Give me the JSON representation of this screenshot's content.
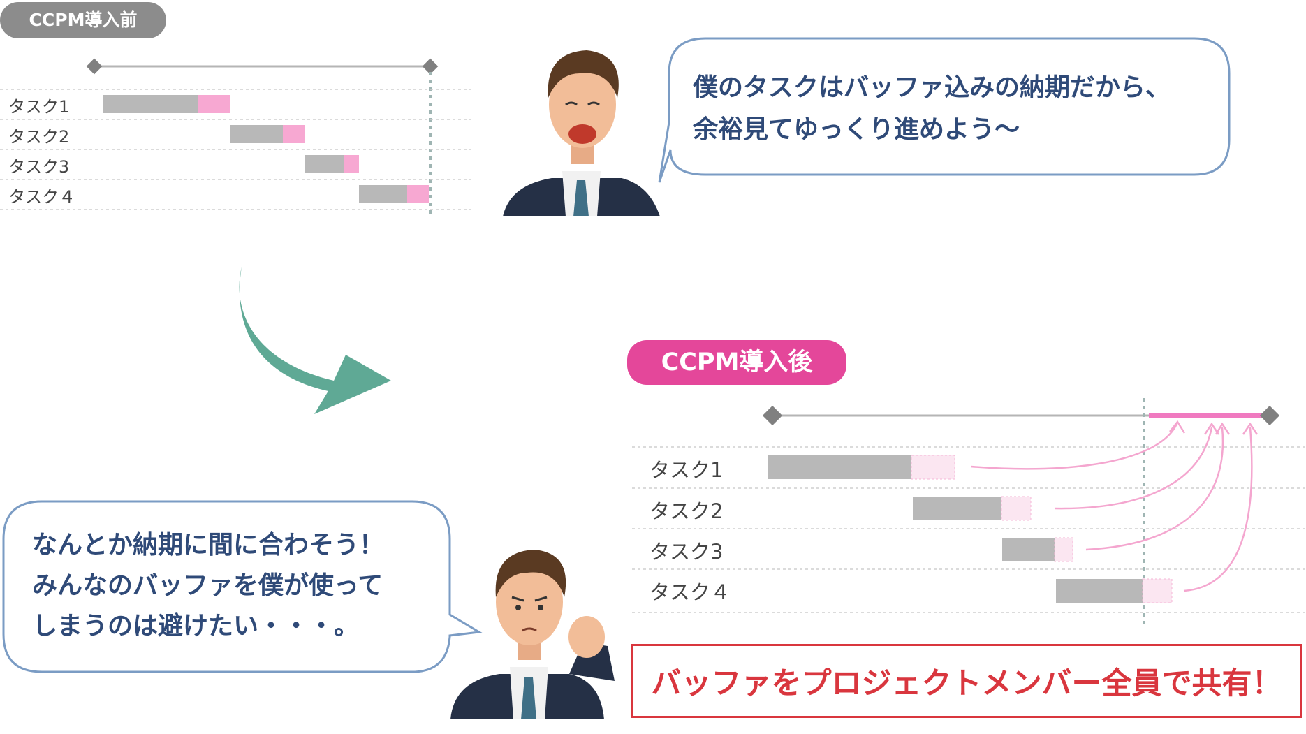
{
  "before": {
    "badge": "CCPM導入前",
    "tasks": [
      "タスク1",
      "タスク2",
      "タスク3",
      "タスク４"
    ]
  },
  "after": {
    "badge": "CCPM導入後",
    "tasks": [
      "タスク1",
      "タスク2",
      "タスク3",
      "タスク４"
    ]
  },
  "speech_top": "僕のタスクはバッファ込みの納期だから、\n余裕見てゆっくり進めよう〜",
  "speech_bottom": "なんとか納期に間に合わそう！\nみんなのバッファを僕が使って\nしまうのは避けたい・・・。",
  "banner": "バッファをプロジェクトメンバー全員で共有！",
  "colors": {
    "task_bar": "#b8b8b8",
    "buffer": "#f7a8d2",
    "arrow": "#5fa995",
    "before_badge": "#8c8c8c",
    "after_badge": "#e4479a",
    "bubble_border": "#7b9cc4",
    "banner_red": "#d9363e"
  }
}
